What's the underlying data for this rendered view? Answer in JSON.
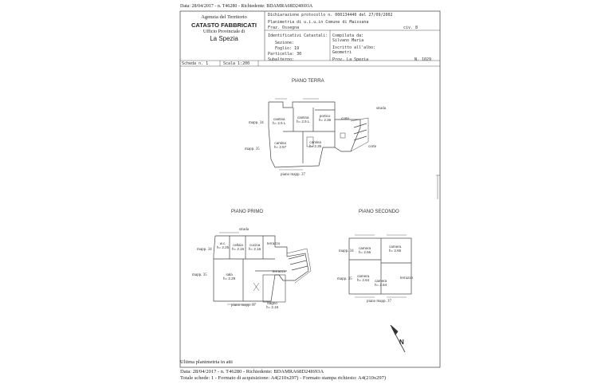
{
  "top_line": "Data: 28/04/2017 - n. T46280 - Richiedente: BDAMRA68D24I693A",
  "header": {
    "office_1": "Agenzia del Territorio",
    "office_2": "CATASTO FABBRICATI",
    "office_3": "Ufficio Provinciale di",
    "office_4": "La Spezia",
    "protocol": "Dichiarazione protocollo n. 000134440 del 27/09/2002",
    "planimetria": "Planimetria di u.i.u.in Comune di Maissana",
    "fraz": "Fraz. Ossegna",
    "civ": "civ. 8",
    "identificativi": "Identificativi Catastali:",
    "sezione": "Sezione:",
    "foglio": "Foglio: 19",
    "particella": "Particella: 30",
    "subalterno": "Subalterno:",
    "compilata": "Compilata da:",
    "tecnico": "Silvano Maria",
    "iscritto": "Iscritto all'albo:",
    "albo": "Geometri",
    "prov": "Prov. La Spezia",
    "numero": "N. 1029",
    "scheda": "Scheda n. 1",
    "scala": "Scala 1:200"
  },
  "plans": {
    "terra": {
      "title": "PIANO TERRA",
      "rooms": [
        {
          "name": "cantina",
          "h": "h= 2.5 L"
        },
        {
          "name": "cantina",
          "h": "h= 2.5 L"
        },
        {
          "name": "portico",
          "h": "h= 2.36"
        },
        {
          "name": "corte",
          "h": ""
        },
        {
          "name": "cantina",
          "h": "h= 2.57"
        },
        {
          "name": "cantina",
          "h": "h= 2.35"
        }
      ],
      "labels": {
        "mappale_n": "mapp. 34",
        "mappale_w": "mapp. 35",
        "mappale_s": "piano mapp. 37",
        "strada": "strada",
        "corte_lbl": "corte"
      }
    },
    "primo": {
      "title": "PIANO PRIMO",
      "rooms": [
        {
          "name": "w.c.",
          "h": "h= 2.25"
        },
        {
          "name": "cellaio",
          "h": "h= 2.16"
        },
        {
          "name": "cucina",
          "h": "h= 2.16"
        },
        {
          "name": "terrazzo",
          "h": ""
        },
        {
          "name": "sala",
          "h": "h= 2.28"
        },
        {
          "name": "terrazzo",
          "h": ""
        },
        {
          "name": "bagno",
          "h": "h= 2.16"
        }
      ],
      "labels": {
        "mappale_n": "mapp. 34",
        "mappale_w": "mapp. 35",
        "mappale_s": "piano mapp. 37",
        "strada": "strada"
      }
    },
    "secondo": {
      "title": "PIANO SECONDO",
      "rooms": [
        {
          "name": "camera",
          "h": "h= 2.66"
        },
        {
          "name": "camera",
          "h": "h= 2.65"
        },
        {
          "name": "camera",
          "h": "h= 2.64"
        },
        {
          "name": "camera",
          "h": "h= 2.64"
        }
      ],
      "labels": {
        "mappale_n": "mapp. 34",
        "mappale_w": "mapp. 35",
        "mappale_s": "piano mapp. 37",
        "mappale_e": "terrazzo"
      }
    }
  },
  "north": "N",
  "footer": {
    "ultima": "Ultima planimetria in atti",
    "line1": "Data: 28/04/2017 - n. T46280 - Richiedente: BDAMRA68D24I693A",
    "line2": "Totale schede: 1 - Formato di acquisizione: A4(210x297) - Formato stampa richiesto: A4(210x297)"
  }
}
